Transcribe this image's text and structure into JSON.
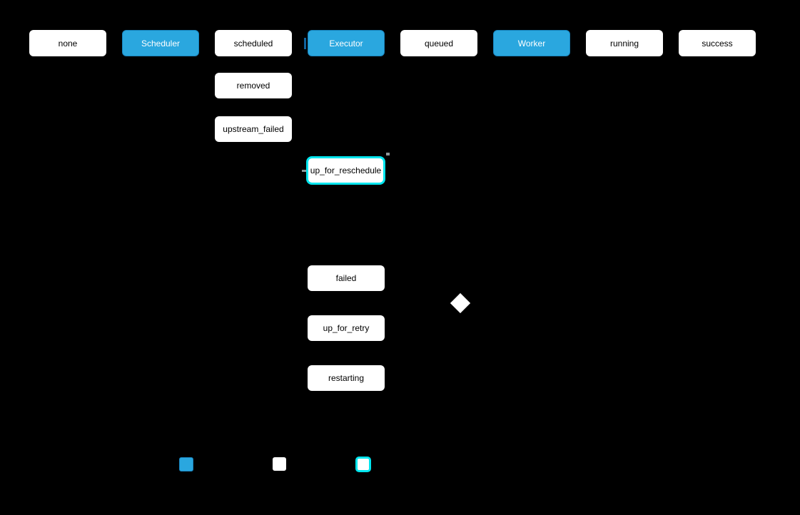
{
  "diagram": {
    "type": "flowchart",
    "description": "task lifecycle state diagram",
    "colors": {
      "background": "#000000",
      "state_fill": "#ffffff",
      "state_text": "#000000",
      "component_fill": "#2AA7DF",
      "component_border": "#1884BE",
      "component_text": "#ffffff",
      "highlight_border": "#00E5EE",
      "diamond_fill": "#ffffff"
    },
    "nodes": {
      "none": "none",
      "scheduler": "Scheduler",
      "scheduled": "scheduled",
      "executor": "Executor",
      "queued": "queued",
      "worker": "Worker",
      "running": "running",
      "success": "success",
      "removed": "removed",
      "upstream_failed": "upstream_failed",
      "up_for_reschedule": "up_for_reschedule",
      "failed": "failed",
      "up_for_retry": "up_for_retry",
      "restarting": "restarting"
    },
    "legend": {
      "component_swatch_color": "#2AA7DF",
      "state_swatch_color": "#ffffff",
      "highlight_swatch_border_color": "#00E5EE"
    }
  }
}
